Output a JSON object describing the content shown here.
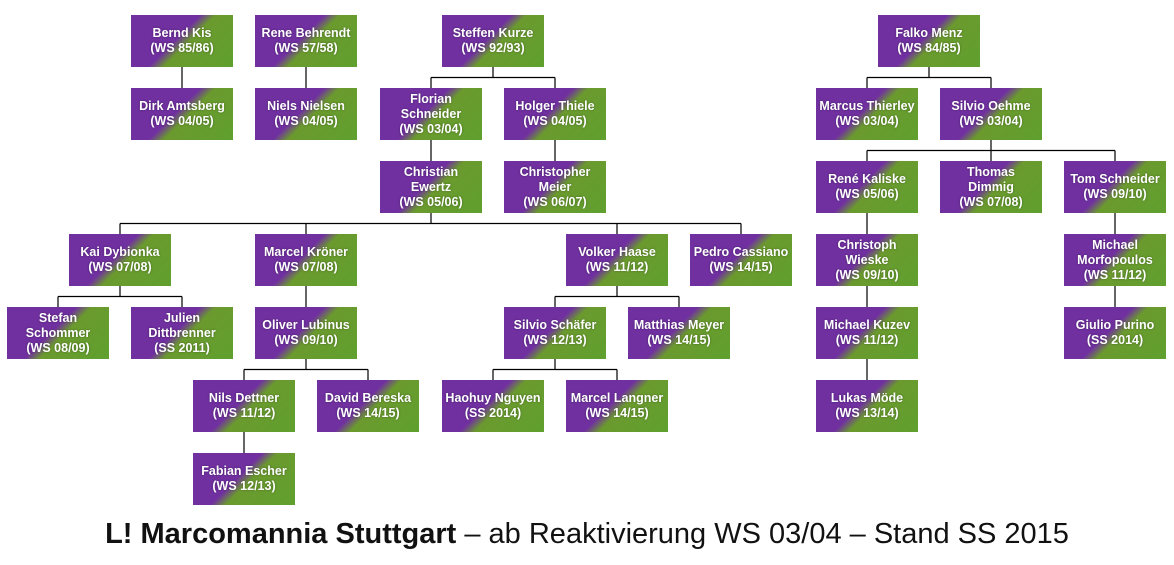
{
  "colors": {
    "purple": "#7030a0",
    "green": "#5fa02e",
    "line": "#000000"
  },
  "members": {
    "n1": {
      "name": "Bernd Kis",
      "sem": "(WS 85/86)"
    },
    "n2": {
      "name": "Rene Behrendt",
      "sem": "(WS 57/58)"
    },
    "n3": {
      "name": "Steffen Kurze",
      "sem": "(WS 92/93)"
    },
    "n4": {
      "name": "Falko Menz",
      "sem": "(WS 84/85)"
    },
    "n5": {
      "name": "Dirk Amtsberg",
      "sem": "(WS 04/05)"
    },
    "n6": {
      "name": "Niels Nielsen",
      "sem": "(WS 04/05)"
    },
    "n7": {
      "name": "Florian Schneider",
      "sem": "(WS 03/04)"
    },
    "n8": {
      "name": "Holger Thiele",
      "sem": "(WS 04/05)"
    },
    "n9": {
      "name": "Marcus Thierley",
      "sem": "(WS 03/04)"
    },
    "n10": {
      "name": "Silvio Oehme",
      "sem": "(WS 03/04)"
    },
    "n11": {
      "name": "Christian Ewertz",
      "sem": "(WS 05/06)"
    },
    "n12": {
      "name": "Christopher Meier",
      "sem": "(WS 06/07)"
    },
    "n13": {
      "name": "René Kaliske",
      "sem": "(WS 05/06)"
    },
    "n14": {
      "name": "Thomas Dimmig",
      "sem": "(WS 07/08)"
    },
    "n15": {
      "name": "Tom Schneider",
      "sem": "(WS 09/10)"
    },
    "n16": {
      "name": "Kai Dybionka",
      "sem": "(WS 07/08)"
    },
    "n17": {
      "name": "Marcel Kröner",
      "sem": "(WS 07/08)"
    },
    "n18": {
      "name": "Volker Haase",
      "sem": "(WS 11/12)"
    },
    "n19": {
      "name": "Pedro Cassiano",
      "sem": "(WS 14/15)"
    },
    "n20": {
      "name": "Christoph Wieske",
      "sem": "(WS 09/10)"
    },
    "n21": {
      "name": "Michael Morfopoulos",
      "sem": "(WS 11/12)"
    },
    "n22": {
      "name": "Stefan Schommer",
      "sem": "(WS 08/09)"
    },
    "n23": {
      "name": "Julien Dittbrenner",
      "sem": "(SS 2011)"
    },
    "n24": {
      "name": "Oliver Lubinus",
      "sem": "(WS 09/10)"
    },
    "n25": {
      "name": "Silvio Schäfer",
      "sem": "(WS 12/13)"
    },
    "n26": {
      "name": "Matthias Meyer",
      "sem": "(WS 14/15)"
    },
    "n27": {
      "name": "Michael Kuzev",
      "sem": "(WS 11/12)"
    },
    "n28": {
      "name": "Giulio Purino",
      "sem": "(SS 2014)"
    },
    "n29": {
      "name": "Nils Dettner",
      "sem": "(WS 11/12)"
    },
    "n30": {
      "name": "David Bereska",
      "sem": "(WS 14/15)"
    },
    "n31": {
      "name": "Haohuy Nguyen",
      "sem": "(SS 2014)"
    },
    "n32": {
      "name": "Marcel Langner",
      "sem": "(WS 14/15)"
    },
    "n33": {
      "name": "Lukas Möde",
      "sem": "(WS 13/14)"
    },
    "n34": {
      "name": "Fabian Escher",
      "sem": "(WS 12/13)"
    }
  },
  "relations": [
    [
      "n1",
      "n5"
    ],
    [
      "n2",
      "n6"
    ],
    [
      "n3",
      "n7"
    ],
    [
      "n3",
      "n8"
    ],
    [
      "n4",
      "n9"
    ],
    [
      "n4",
      "n10"
    ],
    [
      "n7",
      "n11"
    ],
    [
      "n8",
      "n12"
    ],
    [
      "n10",
      "n13"
    ],
    [
      "n10",
      "n14"
    ],
    [
      "n10",
      "n15"
    ],
    [
      "n11",
      "n16"
    ],
    [
      "n11",
      "n17"
    ],
    [
      "n11",
      "n18"
    ],
    [
      "n11",
      "n19"
    ],
    [
      "n13",
      "n20"
    ],
    [
      "n15",
      "n21"
    ],
    [
      "n16",
      "n22"
    ],
    [
      "n16",
      "n23"
    ],
    [
      "n17",
      "n24"
    ],
    [
      "n18",
      "n25"
    ],
    [
      "n18",
      "n26"
    ],
    [
      "n20",
      "n27"
    ],
    [
      "n21",
      "n28"
    ],
    [
      "n24",
      "n29"
    ],
    [
      "n24",
      "n30"
    ],
    [
      "n25",
      "n31"
    ],
    [
      "n25",
      "n32"
    ],
    [
      "n27",
      "n33"
    ],
    [
      "n29",
      "n34"
    ]
  ],
  "caption": {
    "bold": "L! Marcomannia Stuttgart",
    "rest": " – ab Reaktivierung WS 03/04 – Stand SS 2015"
  }
}
